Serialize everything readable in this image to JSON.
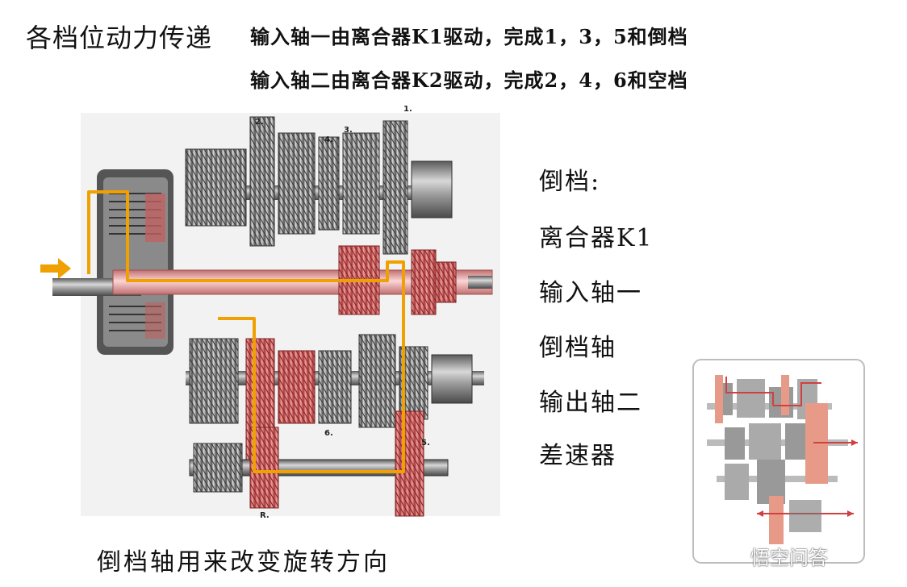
{
  "header": {
    "title": "各档位动力传递",
    "line1": "输入轴一由离合器K1驱动，完成1，3，5和倒档",
    "line2": "输入轴二由离合器K2驱动，完成2，4，6和空档"
  },
  "reverse_path": {
    "heading": "倒档:",
    "items": [
      "离合器K1",
      "输入轴一",
      "倒档轴",
      "输出轴二",
      "差速器"
    ]
  },
  "caption": "倒档轴用来改变旋转方向",
  "gear_labels": {
    "g1": "1.",
    "g2": "2.",
    "g3": "3.",
    "g4": "4.",
    "g5": "5.",
    "g6": "6.",
    "gR": "R."
  },
  "watermark": "悟空问答",
  "colors": {
    "power_path": "#f0a000",
    "active_gear": "#d86060",
    "shaft_highlight": "#f0b0b0",
    "steel": "#9a9a9a",
    "input_arrow": "#f0a000"
  }
}
